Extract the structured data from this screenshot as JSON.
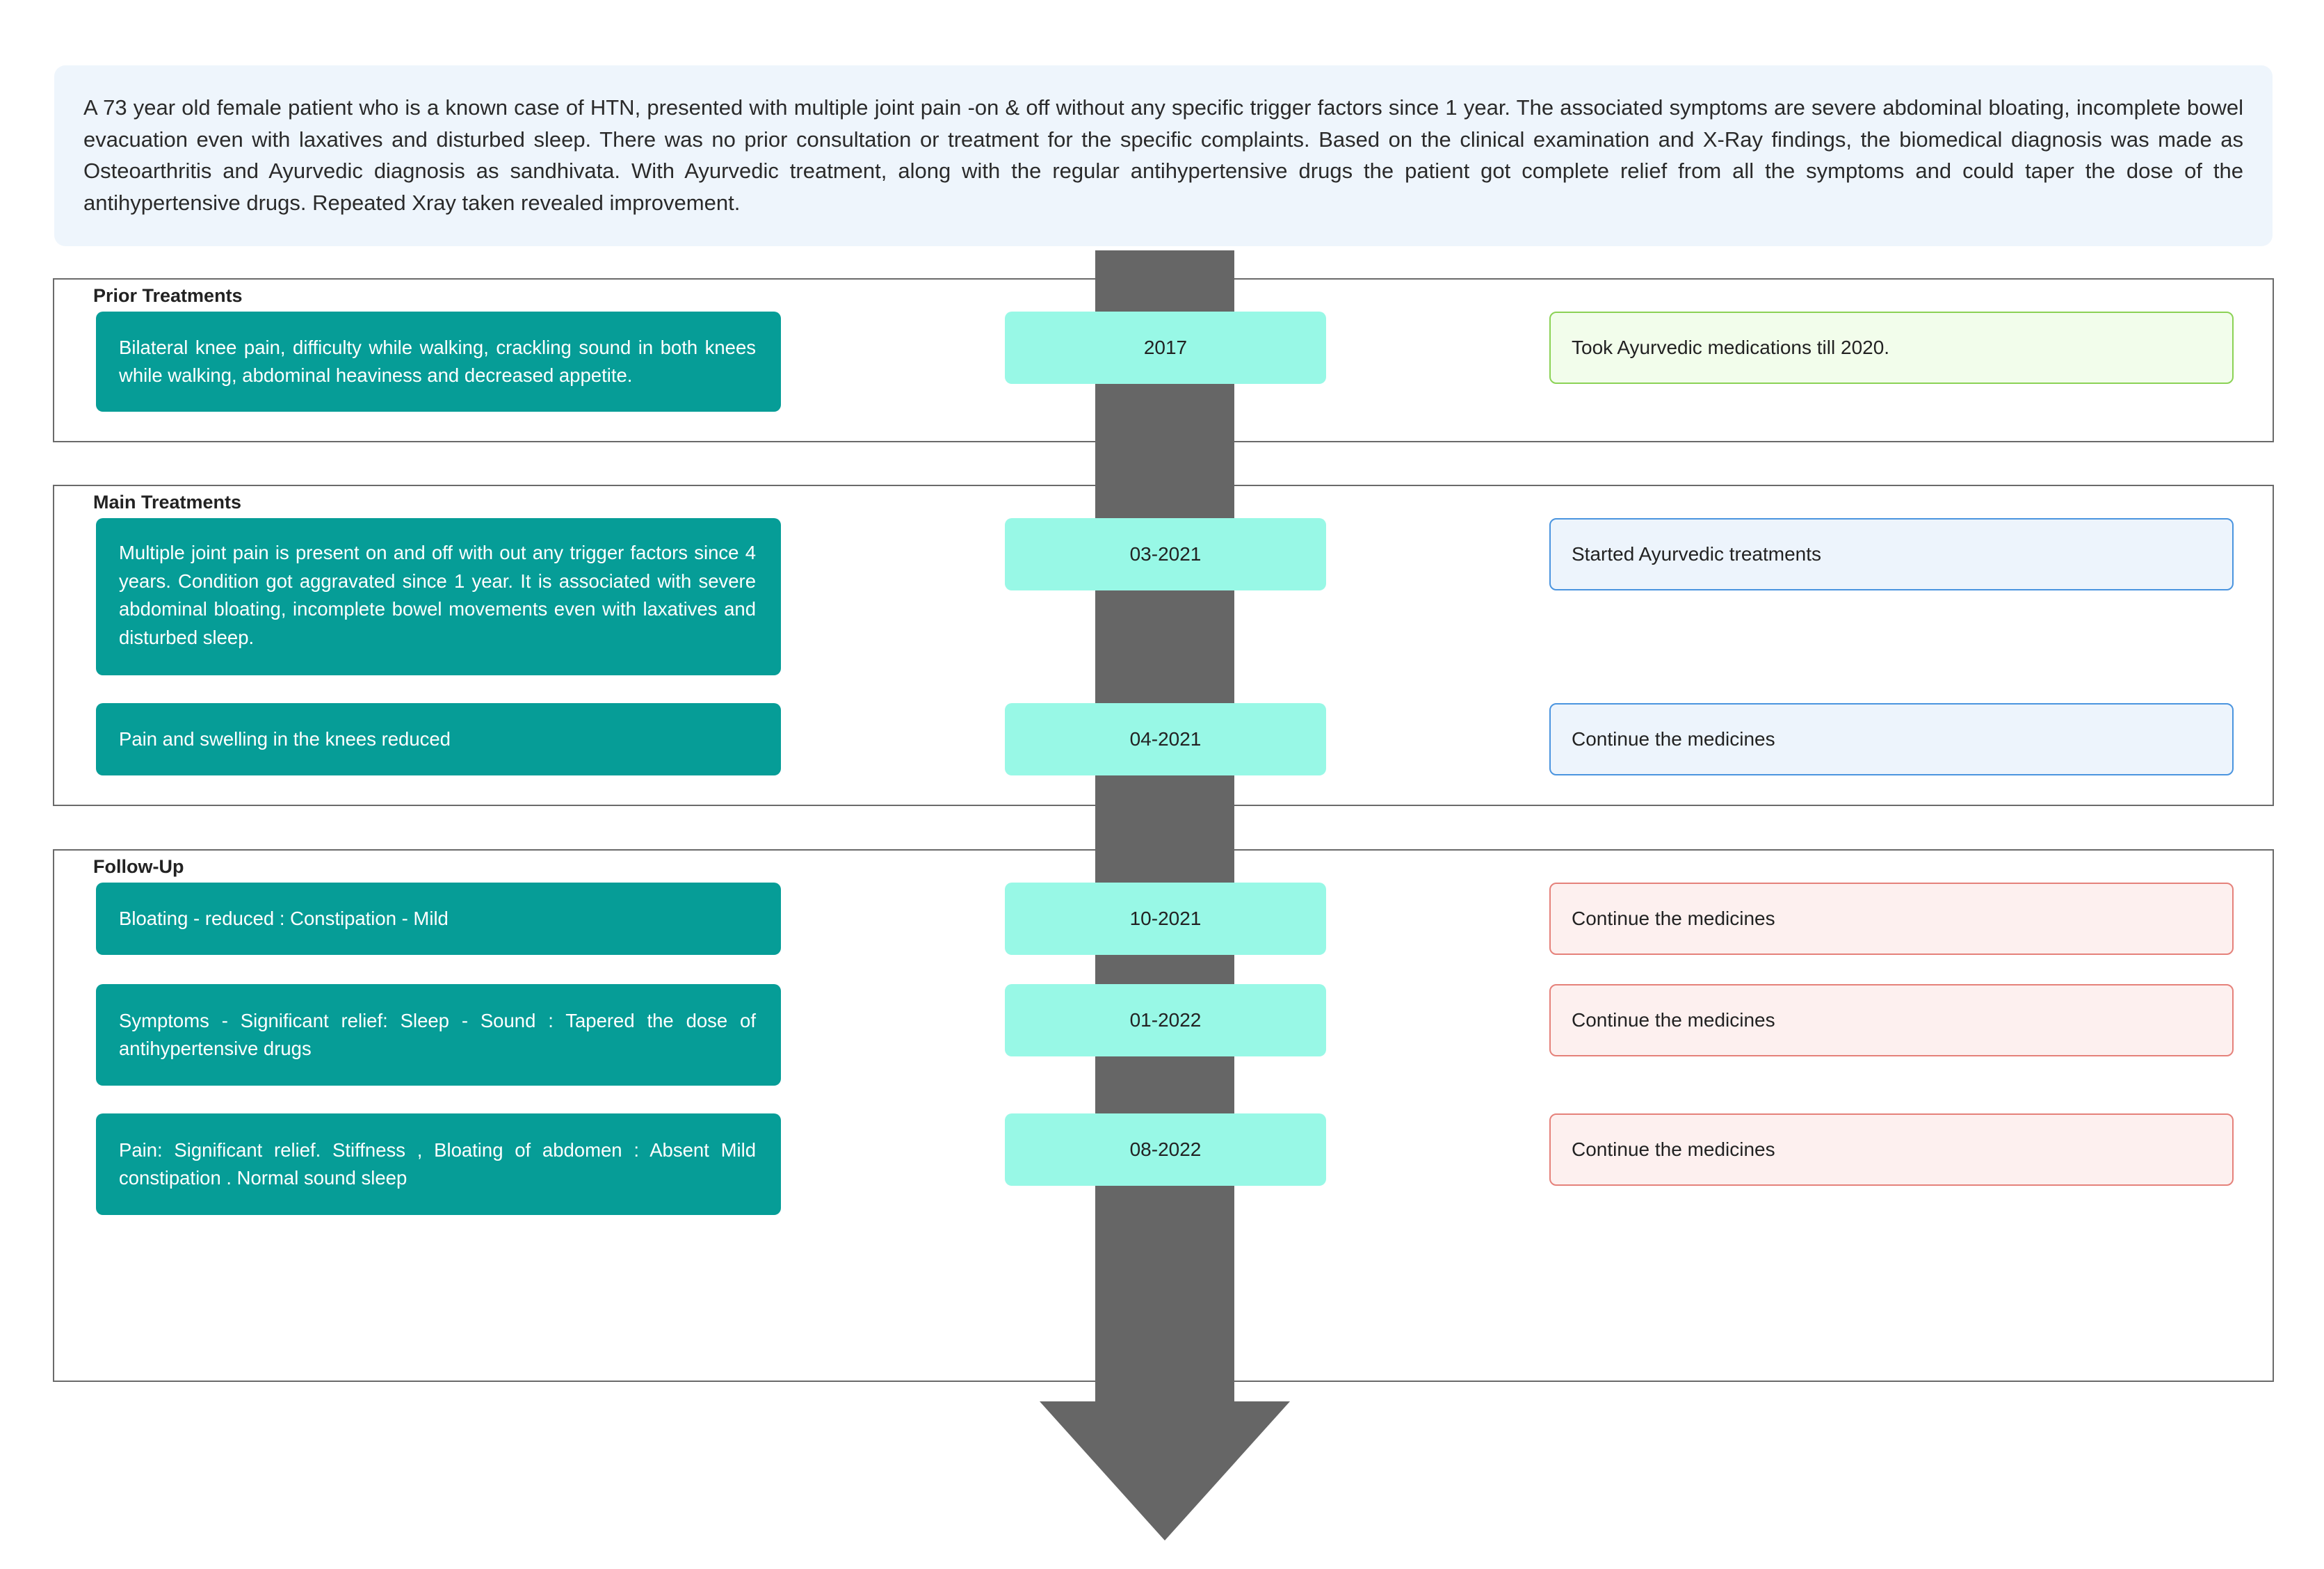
{
  "summary": "A 73 year old female patient who is a known case of HTN, presented with multiple joint pain -on & off without any specific trigger factors since 1 year. The associated symptoms are severe abdominal bloating, incomplete bowel evacuation even with laxatives and disturbed sleep. There was no prior consultation or treatment for the specific complaints. Based on the clinical examination and X-Ray findings, the biomedical diagnosis was made as Osteoarthritis and Ayurvedic diagnosis as sandhivata. With Ayurvedic treatment, along with the regular antihypertensive drugs the patient got complete relief from all the symptoms and could taper the dose of the antihypertensive drugs. Repeated Xray taken revealed improvement.",
  "sections": {
    "prior": {
      "title": "Prior Treatments",
      "entries": [
        {
          "symptom": "Bilateral knee pain, difficulty while walking, crackling sound in both knees while walking, abdominal heaviness and decreased appetite.",
          "date": "2017",
          "action": "Took Ayurvedic medications till 2020."
        }
      ]
    },
    "main": {
      "title": "Main Treatments",
      "entries": [
        {
          "symptom": "Multiple joint pain is present on and off with out any trigger factors since 4 years. Condition got aggravated since 1 year. It is associated with severe abdominal bloating, incomplete bowel movements even with laxatives and disturbed sleep.",
          "date": "03-2021",
          "action": "Started Ayurvedic treatments"
        },
        {
          "symptom": "Pain and swelling in the knees reduced",
          "date": "04-2021",
          "action": "Continue the medicines"
        }
      ]
    },
    "followup": {
      "title": "Follow-Up",
      "entries": [
        {
          "symptom": "Bloating - reduced : Constipation - Mild",
          "date": "10-2021",
          "action": "Continue the medicines"
        },
        {
          "symptom": "Symptoms - Significant relief: Sleep - Sound : Tapered the dose of antihypertensive drugs",
          "date": "01-2022",
          "action": "Continue the medicines"
        },
        {
          "symptom": "Pain: Significant relief. Stiffness , Bloating of abdomen : Absent Mild constipation . Normal sound sleep",
          "date": "08-2022",
          "action": "Continue the medicines"
        }
      ]
    }
  },
  "colors": {
    "symptom_box": "#069d97",
    "date_box": "#98f8e6",
    "timeline_arrow": "#666666",
    "prior_action_border": "#8bd255",
    "main_action_border": "#4a94df",
    "followup_action_border": "#e5817a"
  }
}
